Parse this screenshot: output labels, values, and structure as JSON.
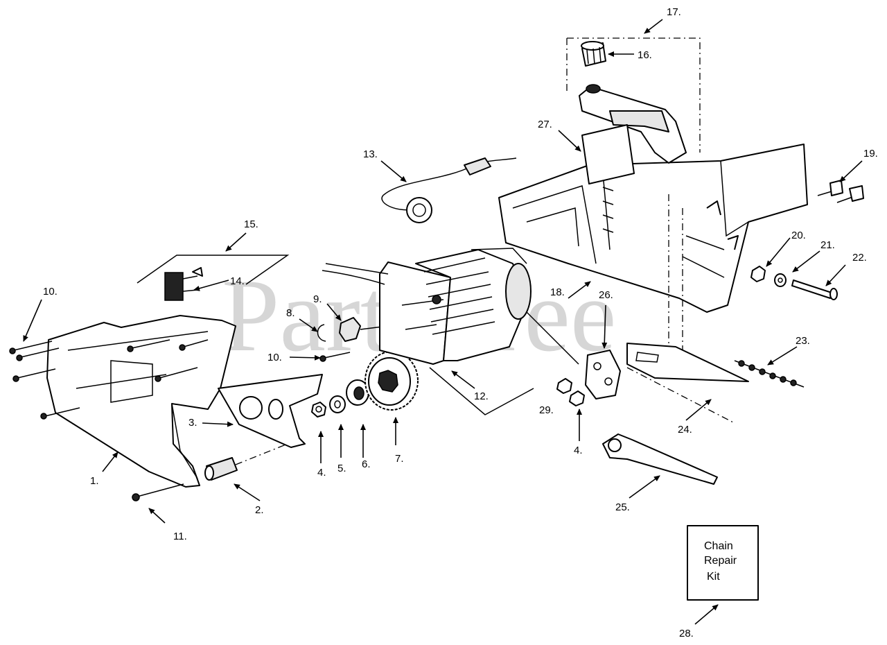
{
  "watermark": "PartsTree",
  "callouts": {
    "c1": "1.",
    "c2": "2.",
    "c3": "3.",
    "c4a": "4.",
    "c4b": "4.",
    "c5": "5.",
    "c6": "6.",
    "c7": "7.",
    "c8": "8.",
    "c9": "9.",
    "c10a": "10.",
    "c10b": "10.",
    "c11": "11.",
    "c12": "12.",
    "c13": "13.",
    "c14": "14.",
    "c15": "15.",
    "c16": "16.",
    "c17": "17.",
    "c18": "18.",
    "c19": "19.",
    "c20": "20.",
    "c21": "21.",
    "c22": "22.",
    "c23": "23.",
    "c24": "24.",
    "c25": "25.",
    "c26": "26.",
    "c27": "27.",
    "c28": "28.",
    "c29": "29."
  },
  "kit_box": {
    "line1": "Chain",
    "line2": "Repair",
    "line3": "Kit"
  }
}
